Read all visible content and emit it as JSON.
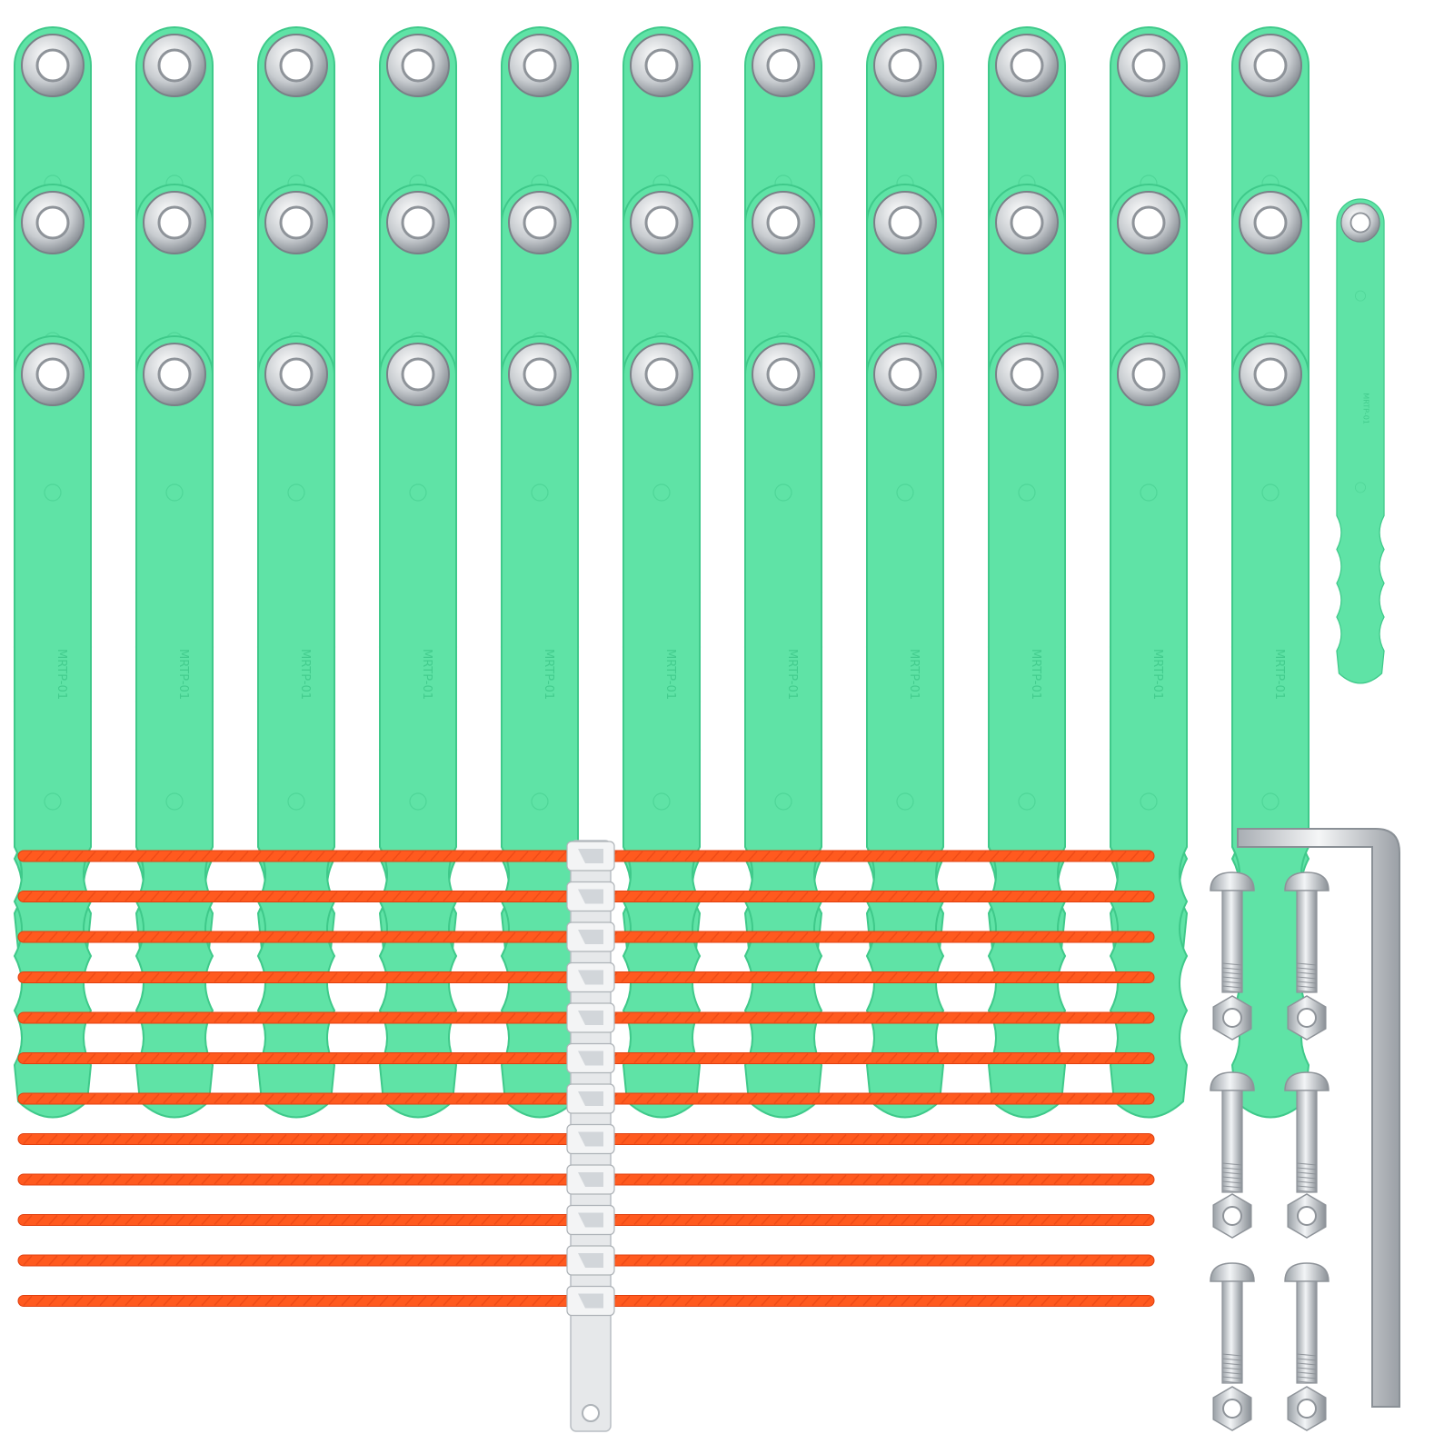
{
  "product": {
    "blade_mark": "MRTP-01",
    "blade_rows": 3,
    "blade_columns": 11,
    "extra_blade_count": 1,
    "trimmer_line_count": 12,
    "bolt_count": 6,
    "nut_count": 6,
    "hex_key_count": 1
  },
  "colors": {
    "blade_green": "#5fe3a6",
    "blade_green_dark": "#3fc98a",
    "grommet_silver": "#d6dadd",
    "line_orange": "#ff5a1f",
    "line_orange_dark": "#e04010",
    "clip_gray": "#e6e8ea",
    "metal": "#c9cdd1",
    "metal_dark": "#8e9399"
  }
}
